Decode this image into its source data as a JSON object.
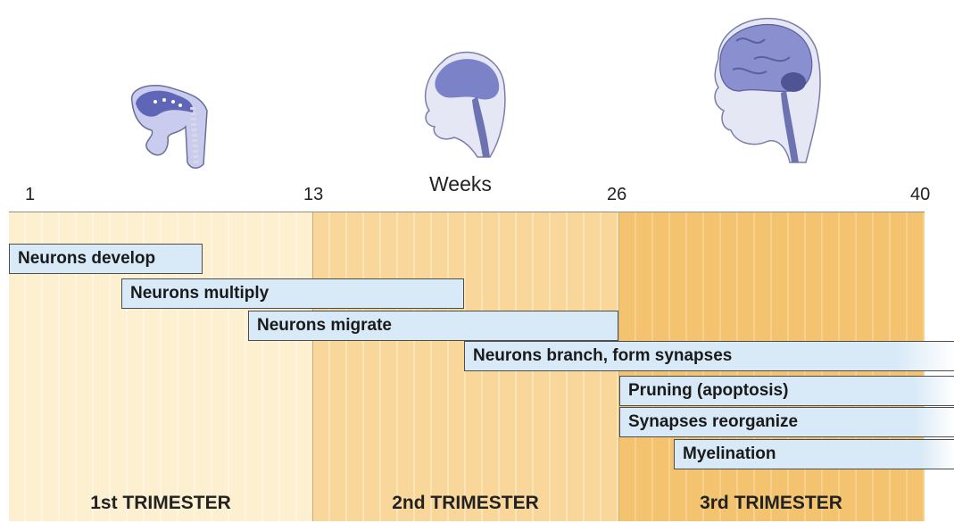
{
  "axis": {
    "title": "Weeks",
    "ticks": [
      "1",
      "13",
      "26",
      "40"
    ]
  },
  "trimesters": [
    {
      "label": "1st TRIMESTER",
      "color": "#fdf0d0"
    },
    {
      "label": "2nd TRIMESTER",
      "color": "#f9d79a"
    },
    {
      "label": "3rd TRIMESTER",
      "color": "#f4c36f"
    }
  ],
  "stages": [
    {
      "label": "Neurons develop"
    },
    {
      "label": "Neurons multiply"
    },
    {
      "label": "Neurons migrate"
    },
    {
      "label": "Neurons branch, form synapses"
    },
    {
      "label": "Pruning (apoptosis)"
    },
    {
      "label": "Synapses reorganize"
    },
    {
      "label": "Myelination"
    }
  ],
  "illustrations": [
    "embryo-illustration",
    "fetus-head-illustration",
    "infant-head-brain-illustration"
  ],
  "colors": {
    "bar_fill": "#d8e9f7",
    "bar_border": "#4d4d4d",
    "brain": "#8a8fd0"
  }
}
